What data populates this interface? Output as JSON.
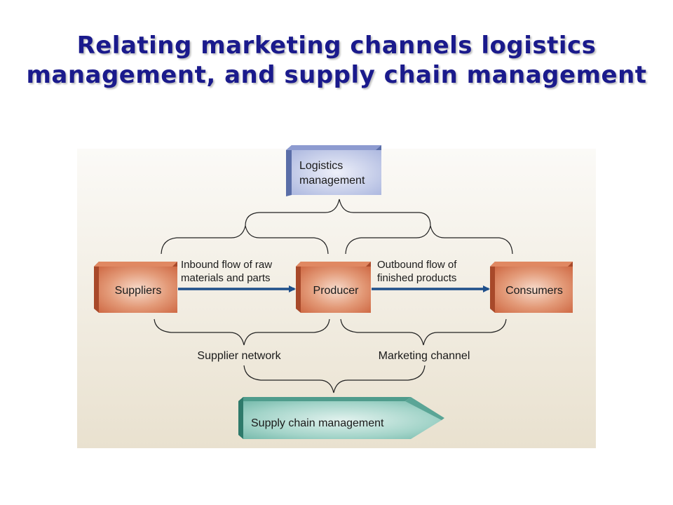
{
  "title": {
    "line1": "Relating marketing channels logistics",
    "line2": "management, and supply chain management"
  },
  "nodes": {
    "logistics": {
      "line1": "Logistics",
      "line2": "management"
    },
    "suppliers": "Suppliers",
    "producer": "Producer",
    "consumers": "Consumers",
    "supply_chain": "Supply chain management"
  },
  "flows": {
    "inbound": {
      "line1": "Inbound flow of raw",
      "line2": "materials and parts"
    },
    "outbound": {
      "line1": "Outbound flow of",
      "line2": "finished products"
    }
  },
  "labels": {
    "supplier_network": "Supplier network",
    "marketing_channel": "Marketing channel"
  },
  "colors": {
    "title": "#1a1a8c",
    "box_orange": "#d4714f",
    "box_blue": "#b9c3e3",
    "box_teal": "#7fc2b4",
    "arrow": "#1e4f8a",
    "panel": "#efe9dc"
  }
}
